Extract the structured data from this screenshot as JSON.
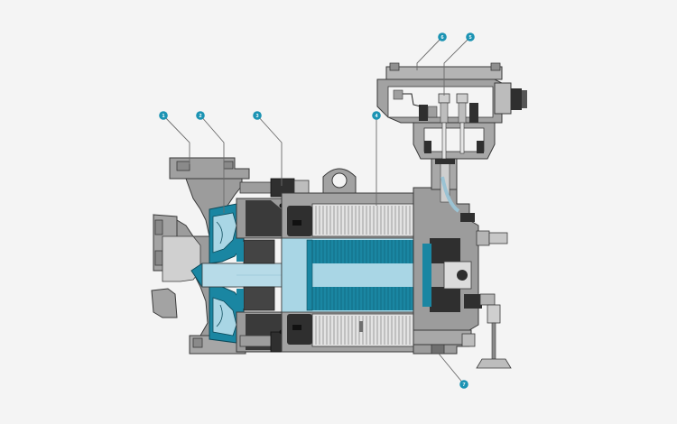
{
  "diagram": {
    "colors": {
      "background": "#f4f4f4",
      "casing": "#9a9a9a",
      "casing_dark": "#7c7c7c",
      "casing_light": "#bdbdbd",
      "outline": "#3a3a3a",
      "teal": "#1a86a2",
      "teal_light": "#a9d6e5",
      "shaft": "#b7dbe8",
      "dark": "#2f2f2f",
      "callout": "#1b93b3",
      "leader": "#6a6a6a"
    },
    "callouts": [
      {
        "id": "1",
        "label": "1"
      },
      {
        "id": "2",
        "label": "2"
      },
      {
        "id": "3",
        "label": "3"
      },
      {
        "id": "4",
        "label": "4"
      },
      {
        "id": "5",
        "label": "5"
      },
      {
        "id": "6",
        "label": "6"
      },
      {
        "id": "7",
        "label": "7"
      }
    ]
  }
}
